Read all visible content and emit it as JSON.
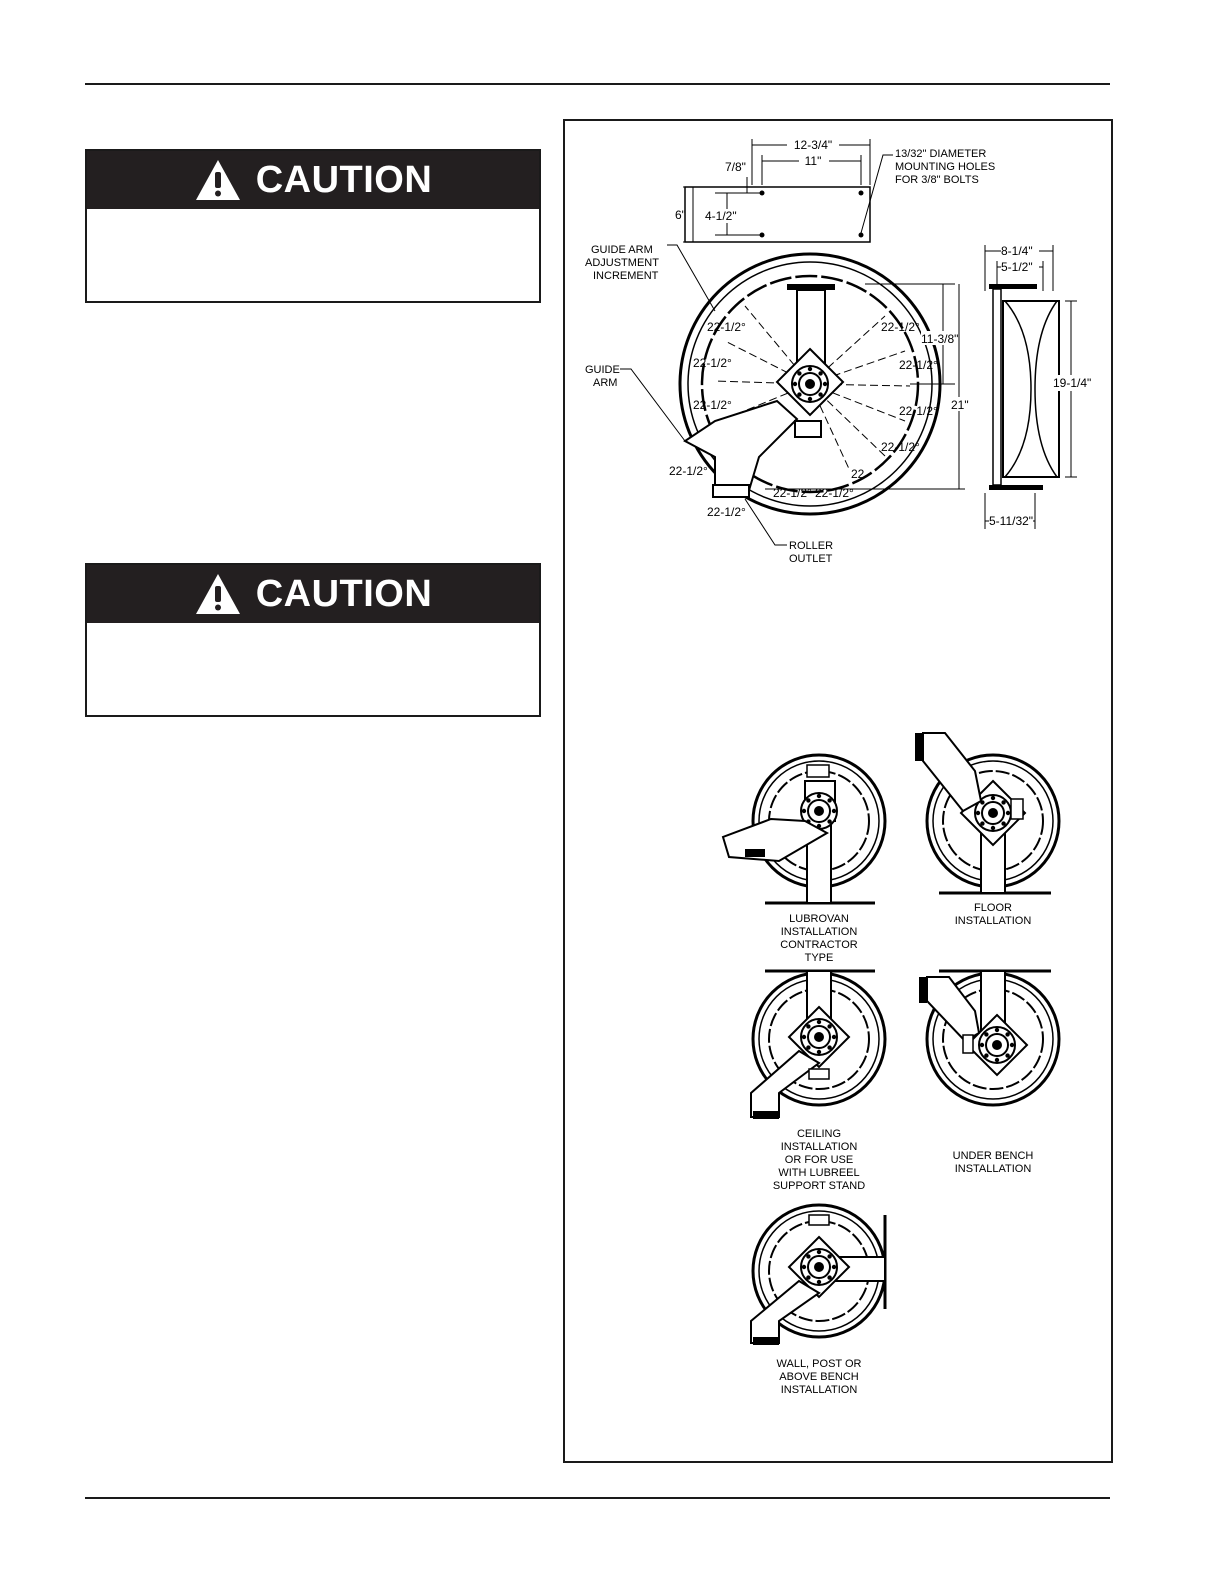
{
  "caution_1": {
    "title": "CAUTION",
    "icon": "warning-triangle-icon"
  },
  "caution_2": {
    "title": "CAUTION",
    "icon": "warning-triangle-icon"
  },
  "figure": {
    "plate_dims": {
      "width_outer": "12-3/4\"",
      "width_inner": "11\"",
      "top_offset": "7/8\"",
      "height_outer": "6\"",
      "height_inner": "4-1/2\"",
      "hole_note_1": "13/32\" DIAMETER",
      "hole_note_2": "MOUNTING HOLES",
      "hole_note_3": "FOR 3/8\" BOLTS"
    },
    "callouts": {
      "guide_arm_adj_1": "GUIDE ARM",
      "guide_arm_adj_2": "ADJUSTMENT",
      "guide_arm_adj_3": "INCREMENT",
      "guide_arm_1": "GUIDE",
      "guide_arm_2": "ARM",
      "roller_outlet_1": "ROLLER",
      "roller_outlet_2": "OUTLET"
    },
    "angle_label": "22-1/2°",
    "angle_label_short": "22",
    "side_dims": {
      "top_outer": "8-1/4\"",
      "top_inner": "5-1/2\"",
      "height_partial": "11-3/8\"",
      "height_total": "21\"",
      "reel_dia": "19-1/4\"",
      "bottom": "5-11/32\""
    },
    "installs": {
      "lubrovan": [
        "LUBROVAN",
        "INSTALLATION",
        "CONTRACTOR",
        "TYPE"
      ],
      "floor": [
        "FLOOR",
        "INSTALLATION"
      ],
      "ceiling": [
        "CEILING",
        "INSTALLATION",
        "OR FOR USE",
        "WITH LUBREEL",
        "SUPPORT STAND"
      ],
      "under_bench": [
        "UNDER BENCH",
        "INSTALLATION"
      ],
      "wall": [
        "WALL, POST OR",
        "ABOVE BENCH",
        "INSTALLATION"
      ]
    }
  }
}
